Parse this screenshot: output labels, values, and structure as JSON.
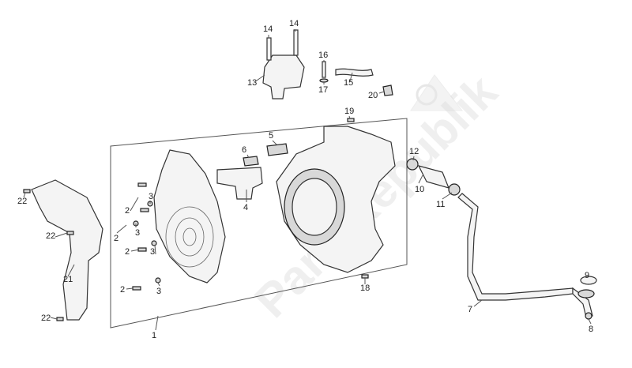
{
  "watermark": "PartsRepublik",
  "callouts": [
    "1",
    "2",
    "2",
    "2",
    "2",
    "3",
    "3",
    "3",
    "3",
    "4",
    "5",
    "6",
    "7",
    "8",
    "9",
    "10",
    "11",
    "12",
    "13",
    "14",
    "14",
    "15",
    "16",
    "17",
    "18",
    "19",
    "20",
    "21",
    "22",
    "22",
    "22"
  ]
}
